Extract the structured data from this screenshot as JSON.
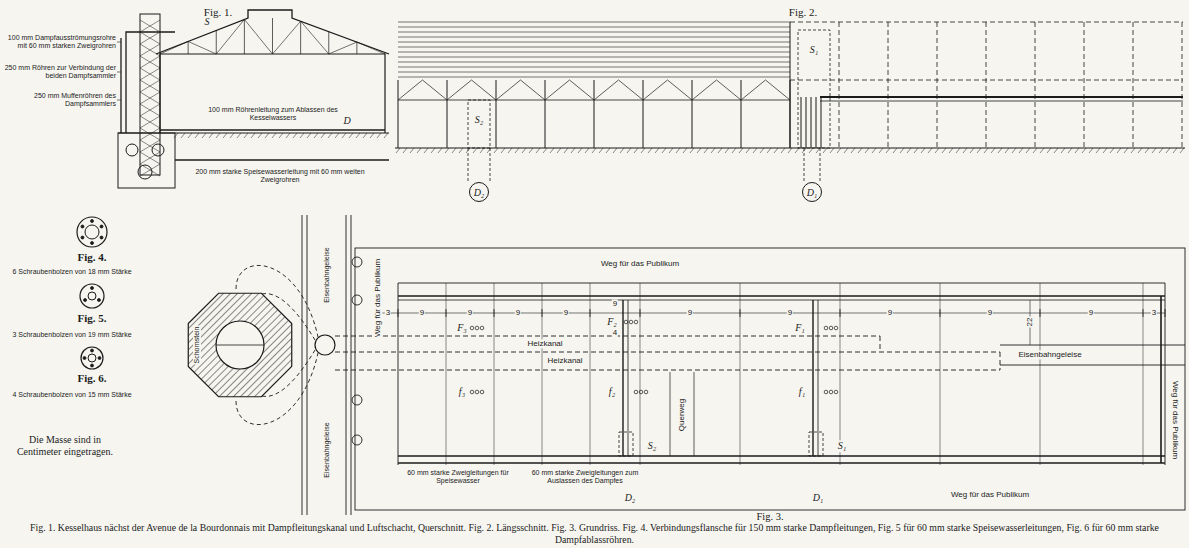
{
  "diagram": {
    "caption": "Fig. 1. Kesselhaus nächst der Avenue de la Bourdonnais mit Dampfleitungskanal und Luftschacht, Querschnitt. Fig. 2. Längsschnitt. Fig. 3. Grundriss. Fig. 4. Verbindungsflansche für 150 mm starke Dampfleitungen, Fig. 5 für 60 mm starke Speisewasserleitungen, Fig. 6 für 60 mm starke Dampfablassröhren.",
    "nodes": [
      {
        "text": [
          "D₂"
        ]
      },
      {
        "text": [
          "D₁"
        ]
      }
    ],
    "labels": [
      "Fig. 1.",
      "Fig. 2.",
      "100 mm Dampfausströmungsrohre mit 60 mm starken Zweigrohren",
      "250 mm Röhren zur Verbindung der beiden Dampfsammler",
      "250 mm Muffenröhren des Dampfsammlers",
      "S",
      "100 mm Röhrenleitung zum Ablassen des Kesselwassers",
      "D",
      "200 mm starke Speisewasserleitung mit 60 mm weiten Zweigrohren",
      "S₂",
      "S₁",
      "Fig. 4.",
      "6 Schraubenbolzen von 18 mm Stärke",
      "Fig. 5.",
      "3 Schraubenbolzen von 19 mm Stärke",
      "Fig. 6.",
      "4 Schraubenbolzen von 15 mm Stärke",
      "Die Masse sind in Centimeter eingetragen.",
      "Schornstein",
      "Eisenbahngeleise",
      "Eisenbahngeleise",
      "Weg für das Publikum",
      "Weg für das Publikum",
      "Weg für das Publikum",
      "Weg für das Publikum",
      "3",
      "9",
      "9",
      "9",
      "9",
      "9",
      "9",
      "4",
      "9",
      "9",
      "9",
      "9",
      "9",
      "3",
      "22",
      "F₃",
      "F₂",
      "F₁",
      "Heizkanal",
      "Heizkanal",
      "Eisenbahngeleise",
      "Querweg",
      "f₃",
      "f₂",
      "f₁",
      "S₂",
      "S₁",
      "D₂",
      "D₁",
      "60 mm starke Zweigleitungen für Speisewasser",
      "60 mm starke Zweigleitungen zum Auslassen des Dampfes",
      "Fig. 3."
    ]
  }
}
